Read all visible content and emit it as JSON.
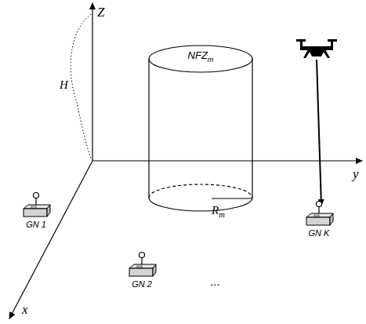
{
  "diagram": {
    "nodes": [
      {
        "text": [
          "NFZm"
        ]
      },
      {
        "text": [
          "GN 1"
        ]
      },
      {
        "text": [
          "GN 2"
        ]
      },
      {
        "text": [
          "GN K"
        ]
      }
    ],
    "labels": [
      "Z",
      "y",
      "x",
      "H",
      "Rm",
      "..."
    ]
  }
}
